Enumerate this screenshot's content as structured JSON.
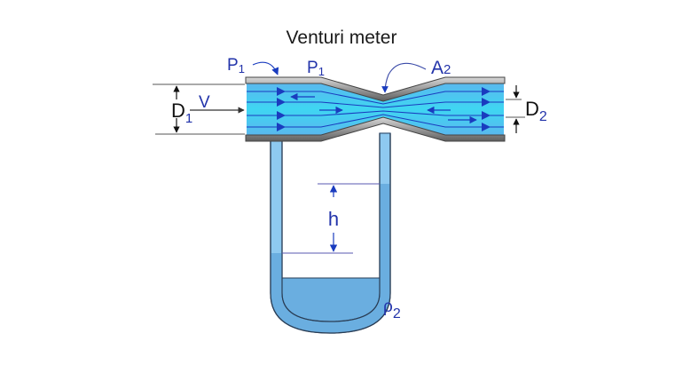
{
  "diagram": {
    "title": "Venturi meter",
    "labels": {
      "p1_inlet": {
        "main": "P",
        "sub": "1"
      },
      "p1_wall": {
        "main": "P",
        "sub": "1"
      },
      "a2_throat": {
        "main": "A",
        "sub": "2"
      },
      "d1_diameter": {
        "main": "D",
        "sub": "1"
      },
      "velocity": "V",
      "d2_diameter": {
        "main": "D",
        "sub": "2"
      },
      "height_diff": "h",
      "fluid_density": {
        "main": "ρ",
        "sub": "2"
      }
    },
    "colors": {
      "pipe_wall": "#8a8a8a",
      "fluid_light": "#40c4ee",
      "fluid_edge": "#5cb8ec",
      "streamline": "#1a3cbf",
      "manometer_fluid": "#6aaee0",
      "manometer_tube": "#8ec9f0",
      "label": "#2233aa"
    }
  }
}
